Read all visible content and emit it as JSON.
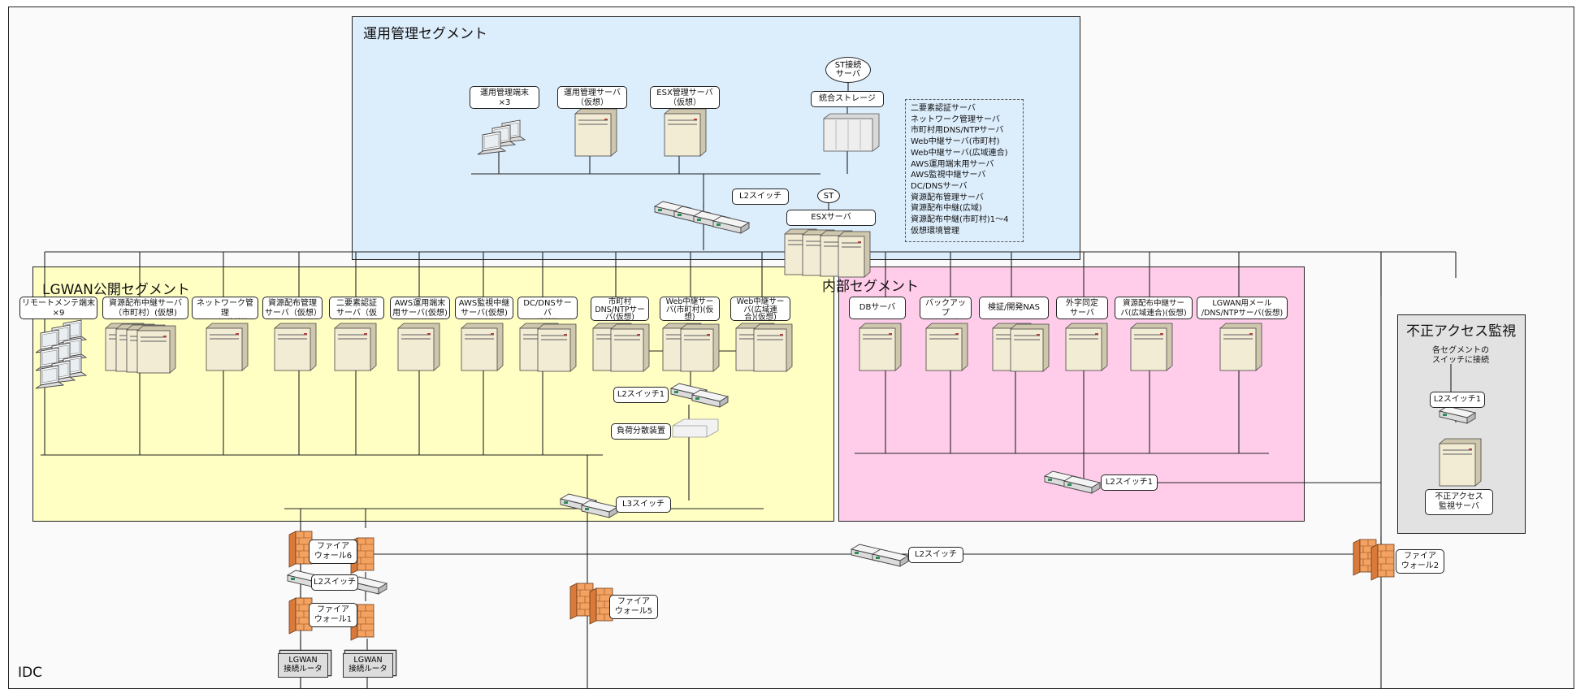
{
  "idc": "IDC",
  "colors": {
    "ops_bg": "#dcedfc",
    "lgwan_bg": "#ffffc4",
    "internal_bg": "#ffcde9",
    "monitor_bg": "#e2e2e2",
    "firewall": "#f4a261",
    "server": "#f3ecd4"
  },
  "segments": {
    "ops": {
      "title": "運用管理セグメント",
      "terminals": "運用管理端末\n×3",
      "mgmt_server": "運用管理サーバ\n（仮想）",
      "esx_mgmt": "ESX管理サーバ\n（仮想）",
      "st_conn": "ST接続\nサーバ",
      "storage": "統合ストレージ",
      "l2": "L2スイッチ",
      "st": "ST",
      "esx": "ESXサーバ",
      "vm_list": [
        "二要素認証サーバ",
        "ネットワーク管理サーバ",
        "市町村用DNS/NTPサーバ",
        "Web中継サーバ(市町村)",
        "Web中継サーバ(広域連合)",
        "AWS運用端末用サーバ",
        "AWS監視中継サーバ",
        "DC/DNSサーバ",
        "資源配布管理サーバ",
        "資源配布中継(広域)",
        "資源配布中継(市町村)1～4",
        "仮想環境管理"
      ]
    },
    "lgwan": {
      "title": "LGWAN公開セグメント",
      "remote": "リモートメンテ端末\n×9",
      "servers": [
        "資源配布中継サーバ\n（市町村）(仮想)",
        "ネットワーク管理\nサーバ（仮想）",
        "資源配布管理\nサーバ（仮想）",
        "二要素認証\nサーバ（仮想）",
        "AWS運用端末\n用サーバ(仮想)",
        "AWS監視中継\nサーバ(仮想)",
        "DC/DNSサーバ\n（仮想）",
        "市町村\nDNS/NTPサー\nバ(仮想)",
        "Web中継サー\nバ(市町村)(仮\n想)",
        "Web中継サー\nバ(広域連\n合)(仮想)"
      ],
      "l2": "L2スイッチ1",
      "lb": "負荷分散装置",
      "l3": "L3スイッチ"
    },
    "internal": {
      "title": "内部セグメント",
      "servers": [
        "DBサーバ",
        "バックアップ\nサーバ",
        "検証/開発NAS",
        "外字同定\nサーバ",
        "資源配布中継サー\nバ(広域連合)(仮想)",
        "LGWAN用メール\n/DNS/NTPサーバ(仮想)"
      ],
      "l2": "L2スイッチ1"
    },
    "monitor": {
      "title": "不正アクセス監視",
      "note": "各セグメントの\nスイッチに接続",
      "l2": "L2スイッチ1",
      "server": "不正アクセス\n監視サーバ"
    }
  },
  "bottom": {
    "fw6": "ファイア\nウォール6",
    "l2_left": "L2スイッチ",
    "fw1": "ファイア\nウォール1",
    "router1": "LGWAN\n接続ルータ",
    "router2": "LGWAN\n接続ルータ",
    "fw5": "ファイア\nウォール5",
    "l2_mid": "L2スイッチ",
    "fw2": "ファイア\nウォール2"
  }
}
